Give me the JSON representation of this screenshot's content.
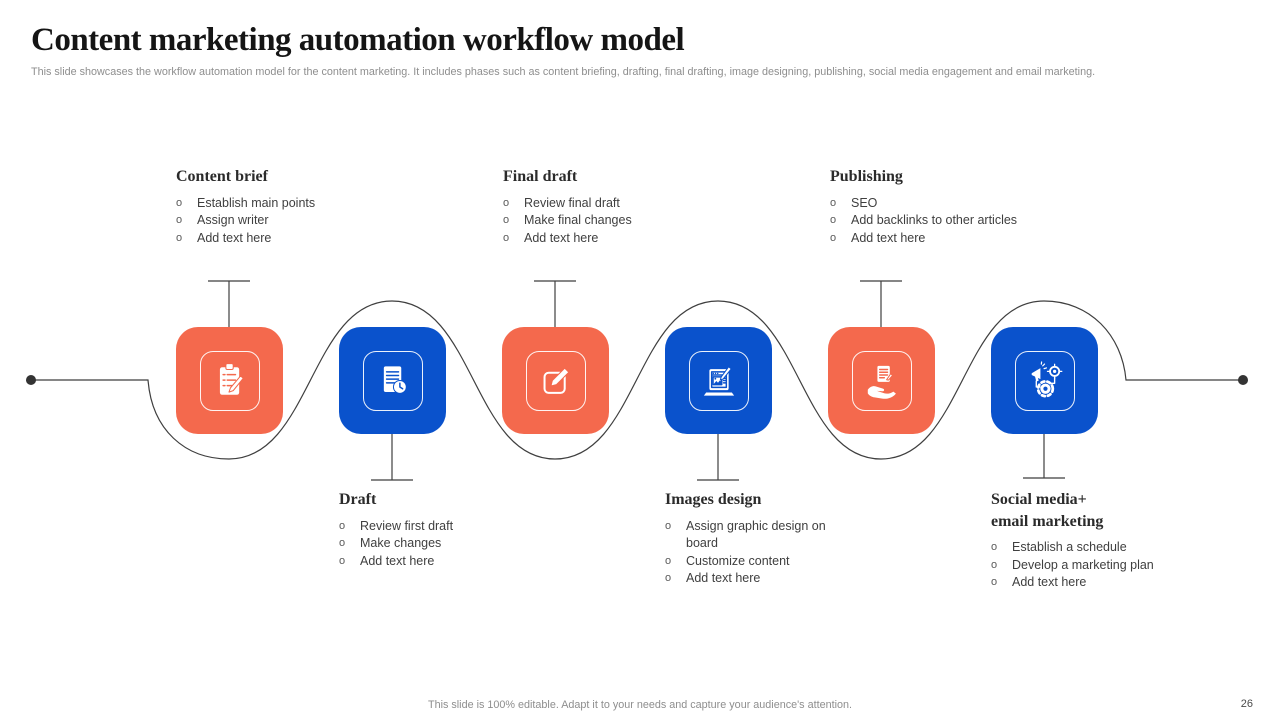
{
  "header": {
    "title": "Content marketing automation workflow model",
    "subtitle": "This slide showcases the workflow automation model for the content marketing. It includes phases such as content briefing, drafting, final drafting, image designing, publishing, social media engagement and email marketing."
  },
  "list_marker": "o",
  "stages": [
    {
      "title": "Content brief",
      "bullets": [
        "Establish main points",
        "Assign writer",
        "Add text here"
      ],
      "color": "#F4694D",
      "icon": "clipboard-checklist-icon",
      "label_position": "top"
    },
    {
      "title": "Draft",
      "bullets": [
        "Review first draft",
        "Make  changes",
        "Add text here"
      ],
      "color": "#0A52CC",
      "icon": "document-clock-icon",
      "label_position": "bottom"
    },
    {
      "title": "Final draft",
      "bullets": [
        "Review final draft",
        "Make final changes",
        "Add text here"
      ],
      "color": "#F4694D",
      "icon": "edit-compose-icon",
      "label_position": "top"
    },
    {
      "title": "Images design",
      "bullets": [
        "Assign graphic design on board",
        "Customize content",
        "Add text here"
      ],
      "color": "#0A52CC",
      "icon": "laptop-design-icon",
      "label_position": "bottom"
    },
    {
      "title": "Publishing",
      "bullets": [
        "SEO",
        "Add backlinks to other articles",
        "Add text here"
      ],
      "color": "#F4694D",
      "icon": "hand-document-icon",
      "label_position": "top"
    },
    {
      "title": "Social media+\nemail marketing",
      "bullets": [
        "Establish a schedule",
        "Develop a marketing plan",
        "Add text here"
      ],
      "color": "#0A52CC",
      "icon": "marketing-automation-icon",
      "label_position": "bottom"
    }
  ],
  "footer": {
    "note": "This slide is 100% editable. Adapt it to your needs and capture your audience's attention.",
    "page_number": "26"
  },
  "colors": {
    "accent_orange": "#F4694D",
    "accent_blue": "#0A52CC",
    "line": "#3f3f3f"
  }
}
